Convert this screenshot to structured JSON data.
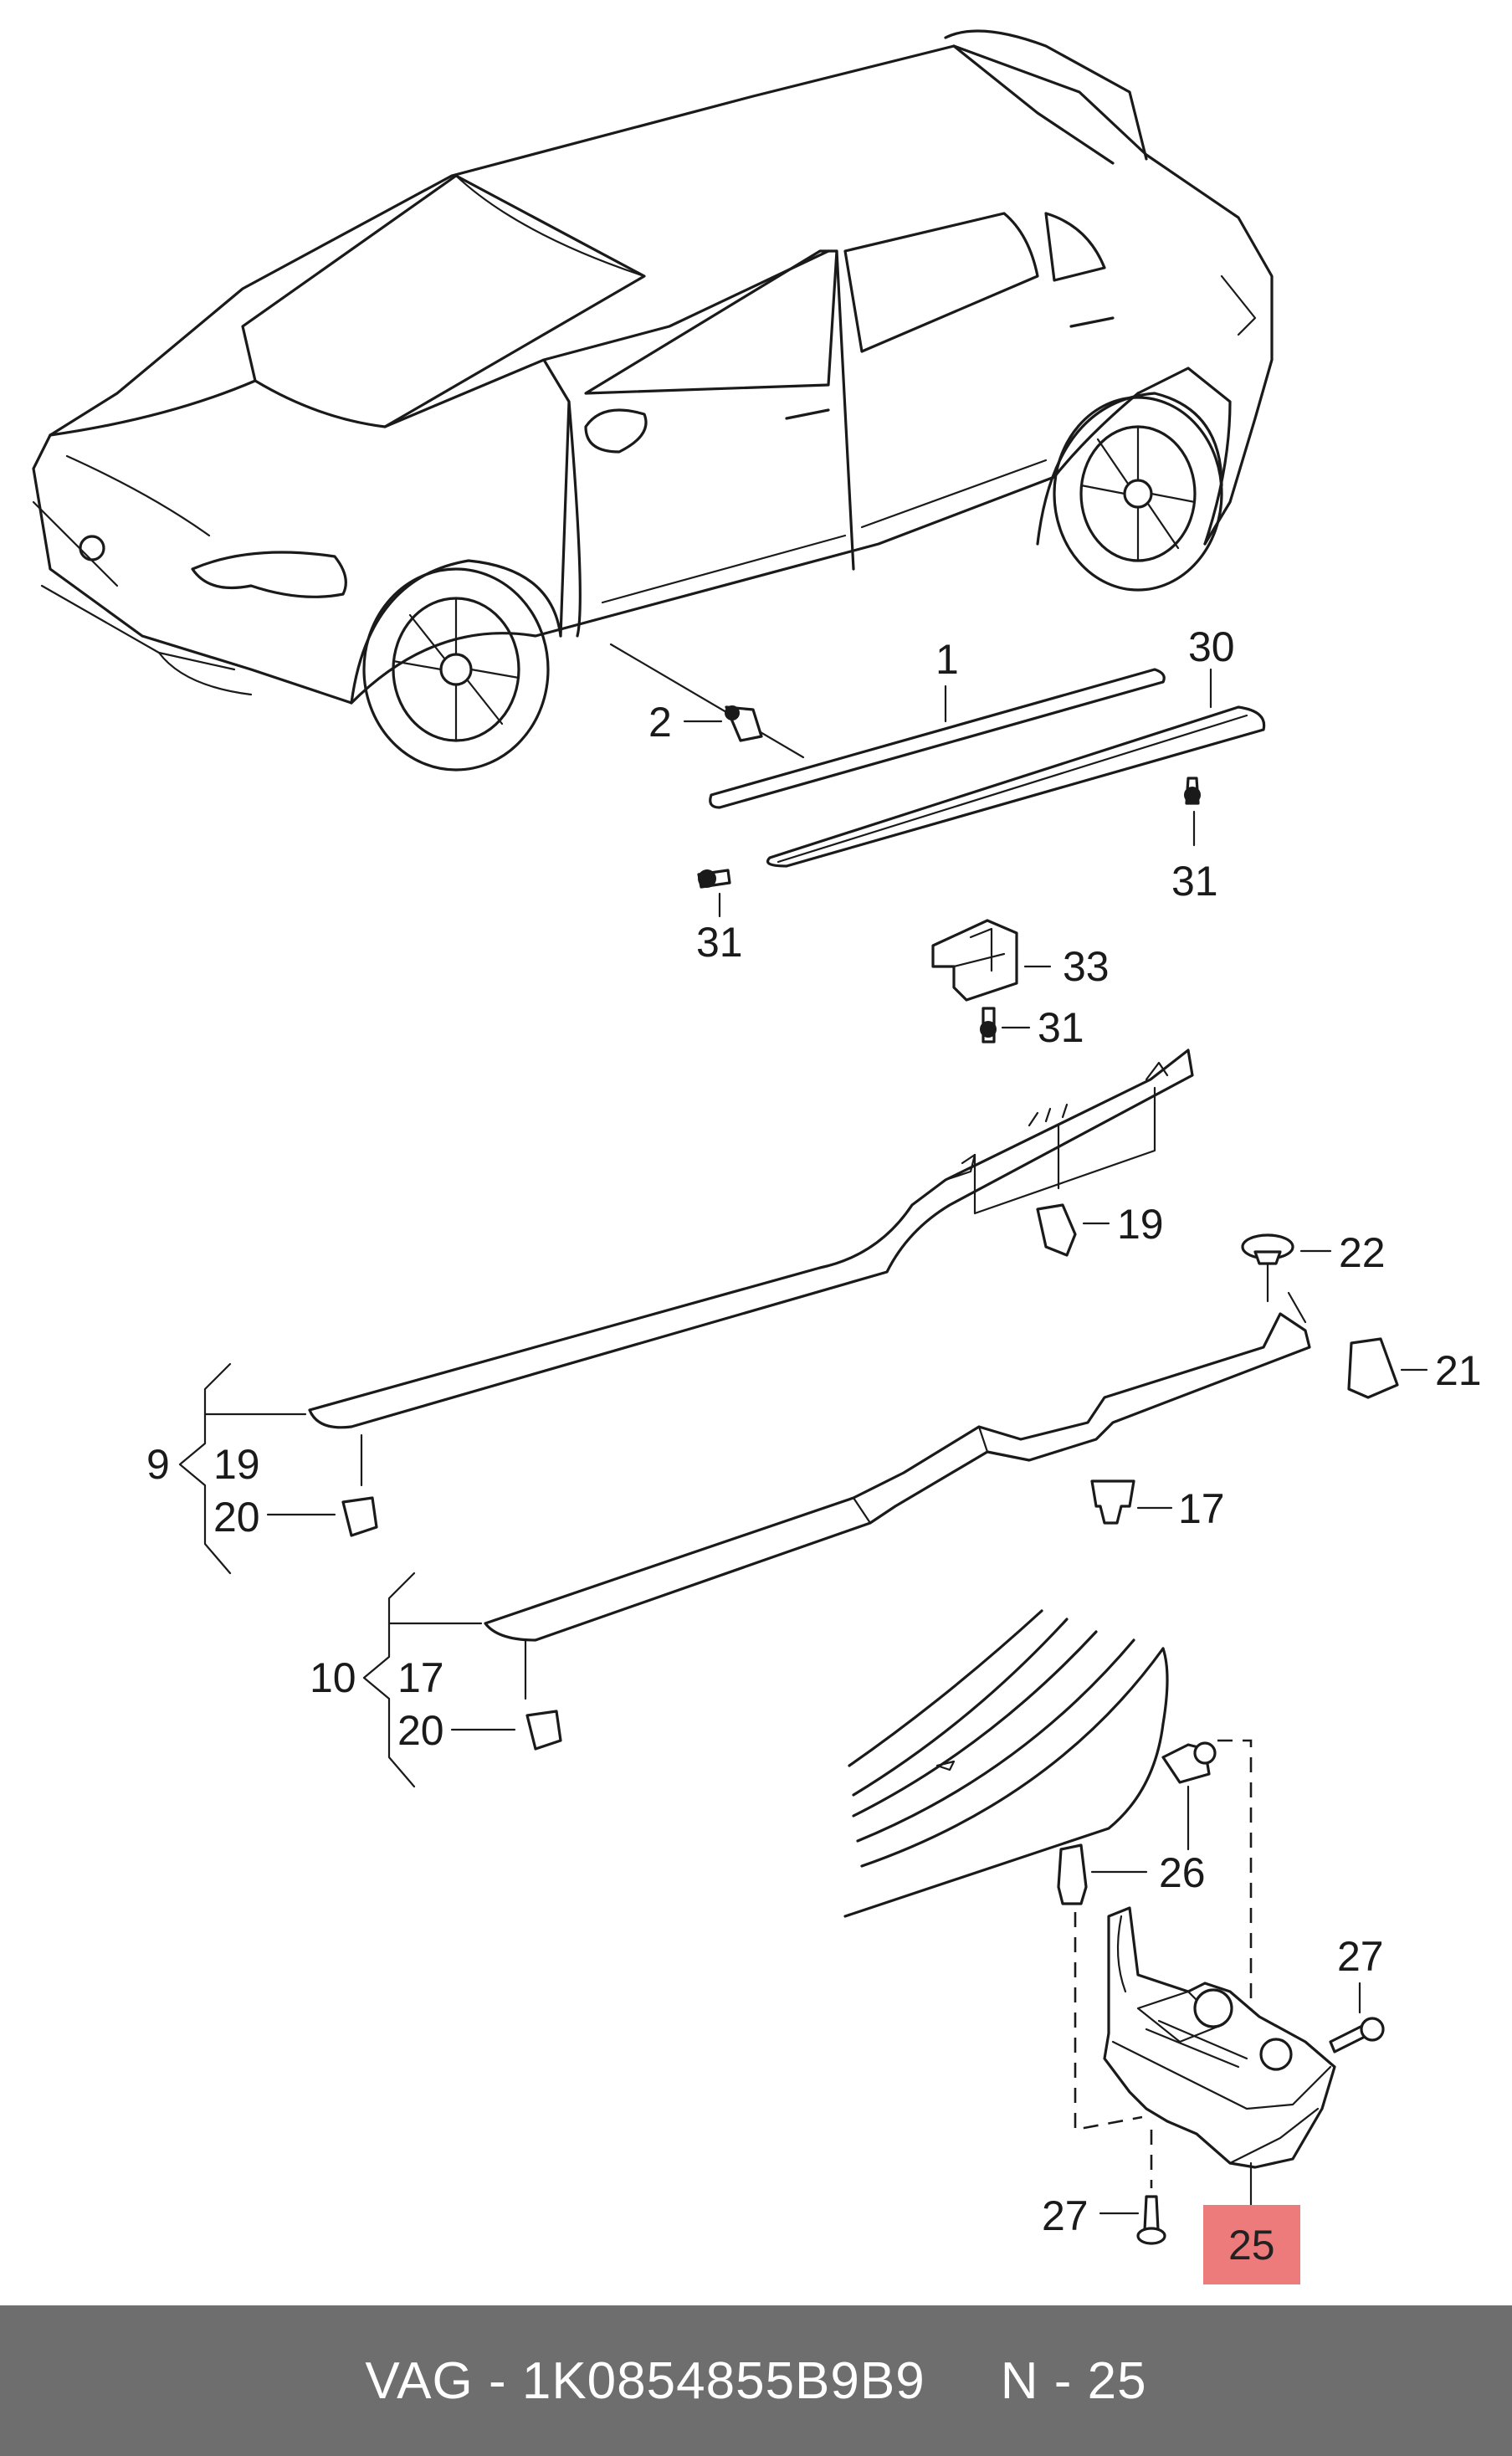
{
  "footer": {
    "part_number": "VAG - 1K0854855B9B9",
    "page_ref": "N - 25"
  },
  "highlight_color": "#ee7b7b",
  "footer_color": "#6e6e6e",
  "labels": {
    "l1": "1",
    "l2": "2",
    "l30": "30",
    "l31a": "31",
    "l31b": "31",
    "l31c": "31",
    "l33": "33",
    "l19a": "19",
    "l22": "22",
    "l21": "21",
    "l9": "9",
    "l19b": "19",
    "l20a": "20",
    "l17a": "17",
    "l10": "10",
    "l17b": "17",
    "l20b": "20",
    "l26": "26",
    "l27a": "27",
    "l27b": "27",
    "l25": "25"
  }
}
